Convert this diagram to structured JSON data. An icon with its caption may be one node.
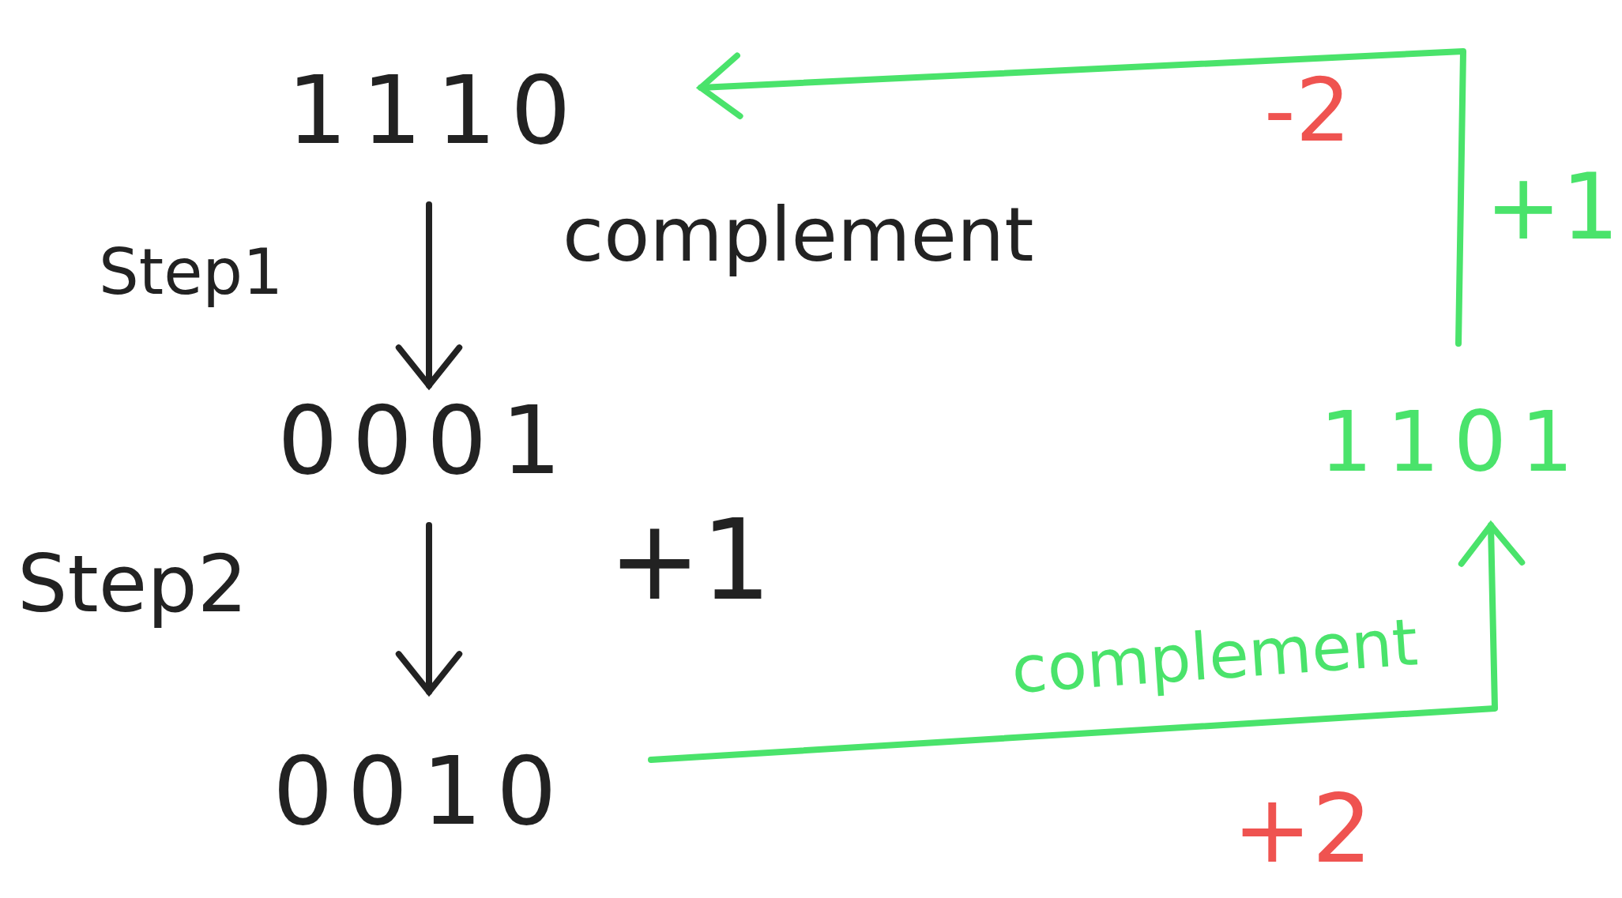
{
  "diagram": {
    "nodes": [
      {
        "text": [
          "1110"
        ]
      },
      {
        "text": [
          "0001"
        ]
      },
      {
        "text": [
          "0010"
        ]
      },
      {
        "text": [
          "1101"
        ]
      }
    ],
    "edges": [
      {
        "from": 0,
        "to": 1,
        "arrow": "to",
        "label": "complement"
      },
      {
        "from": 1,
        "to": 2,
        "arrow": "to",
        "label": "+1"
      },
      {
        "from": 2,
        "to": 3,
        "arrow": "to",
        "label": "complement",
        "color": "#4ae36b"
      },
      {
        "from": 3,
        "to": 0,
        "arrow": "to",
        "label": "+1",
        "color": "#4ae36b"
      }
    ],
    "labels": [
      "-2",
      "Step1",
      "Step2",
      "+2"
    ]
  }
}
